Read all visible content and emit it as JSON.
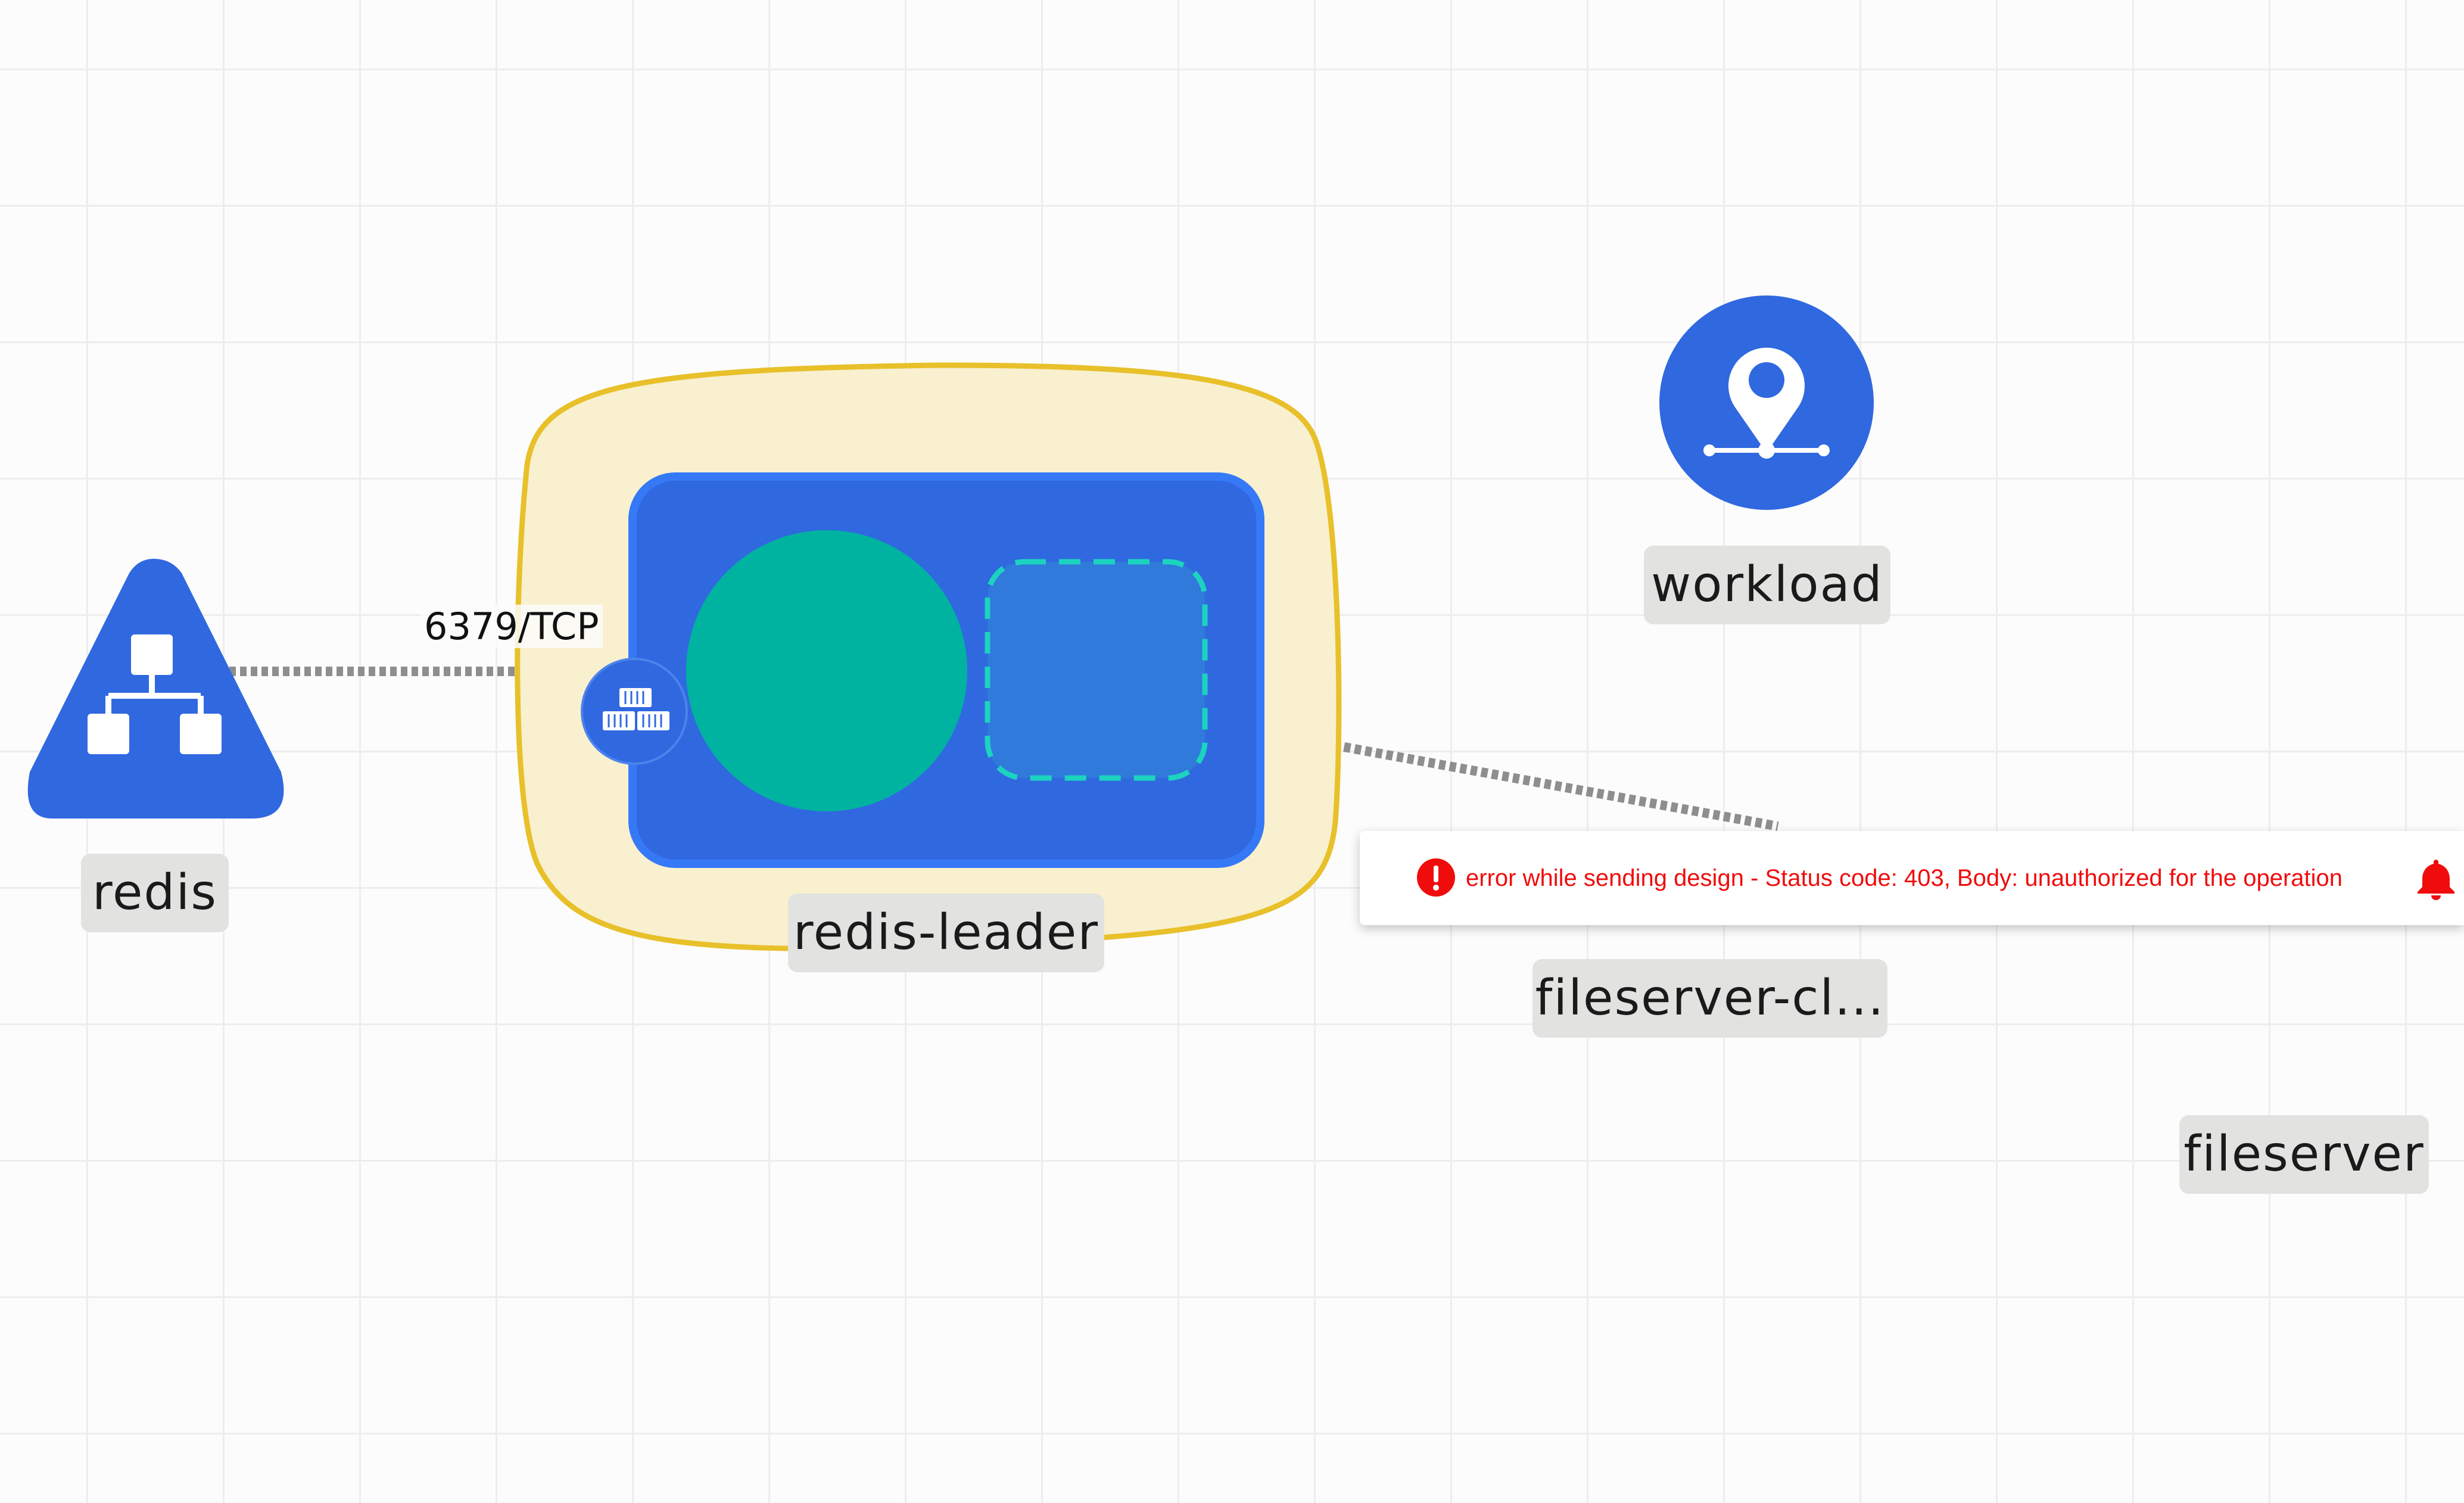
{
  "canvas": {
    "nodes": {
      "redis": {
        "label": "redis",
        "shape": "triangle",
        "icon": "network-hierarchy-icon",
        "color": "#3068e0"
      },
      "redis_leader": {
        "label": "redis-leader",
        "highlight_color": "#e8c02a",
        "container_color": "#3068e0",
        "pod_color": "#00b3a1",
        "placeholder_color": "#2f7ada",
        "placeholder_border": "#1cd3bf"
      },
      "workload": {
        "label": "workload",
        "icon": "map-pin-icon",
        "color": "#3068e0"
      },
      "fileserver_client": {
        "label": "fileserver-cl..."
      },
      "fileserver": {
        "label": "fileserver"
      }
    },
    "edges": [
      {
        "from": "redis",
        "to": "redis-leader",
        "label": "6379/TCP",
        "style": "dotted"
      },
      {
        "from": "redis-leader",
        "to": "fileserver-cl...",
        "label": "",
        "style": "dotted"
      }
    ],
    "port_badge": {
      "icon": "container-icon"
    }
  },
  "toast": {
    "message": "error while sending design - Status code: 403, Body: unauthorized for the operation",
    "severity": "error",
    "icon": "error-circle-icon",
    "action_icon": "bell-icon",
    "color": "#f00c0c"
  }
}
